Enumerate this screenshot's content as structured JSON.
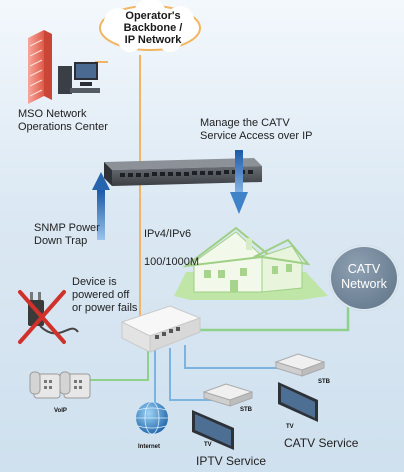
{
  "cloud": {
    "line1": "Operator's",
    "line2": "Backbone /",
    "line3": "IP Network"
  },
  "mso": {
    "line1": "MSO Network",
    "line2": "Operations Center"
  },
  "manage": {
    "line1": "Manage the CATV",
    "line2": "Service Access over IP"
  },
  "snmp": {
    "line1": "SNMP Power",
    "line2": "Down Trap"
  },
  "link_labels": {
    "ip": "IPv4/IPv6",
    "speed": "100/1000M"
  },
  "catv_network": {
    "line1": "CATV",
    "line2": "Network"
  },
  "device_note": {
    "line1": "Device is",
    "line2": "powered off",
    "line3": "or power fails"
  },
  "device_labels": {
    "voip": "VoIP",
    "internet": "Internet",
    "stb_left": "STB",
    "stb_right": "STB",
    "tv_left": "TV",
    "tv_right": "TV"
  },
  "services": {
    "iptv": "IPTV Service",
    "catv": "CATV Service"
  },
  "colors": {
    "ip_link": "#f2b563",
    "copper_link": "#7fb3df",
    "catv_link": "#8fd08a",
    "arrow": "#2f6fb5"
  }
}
